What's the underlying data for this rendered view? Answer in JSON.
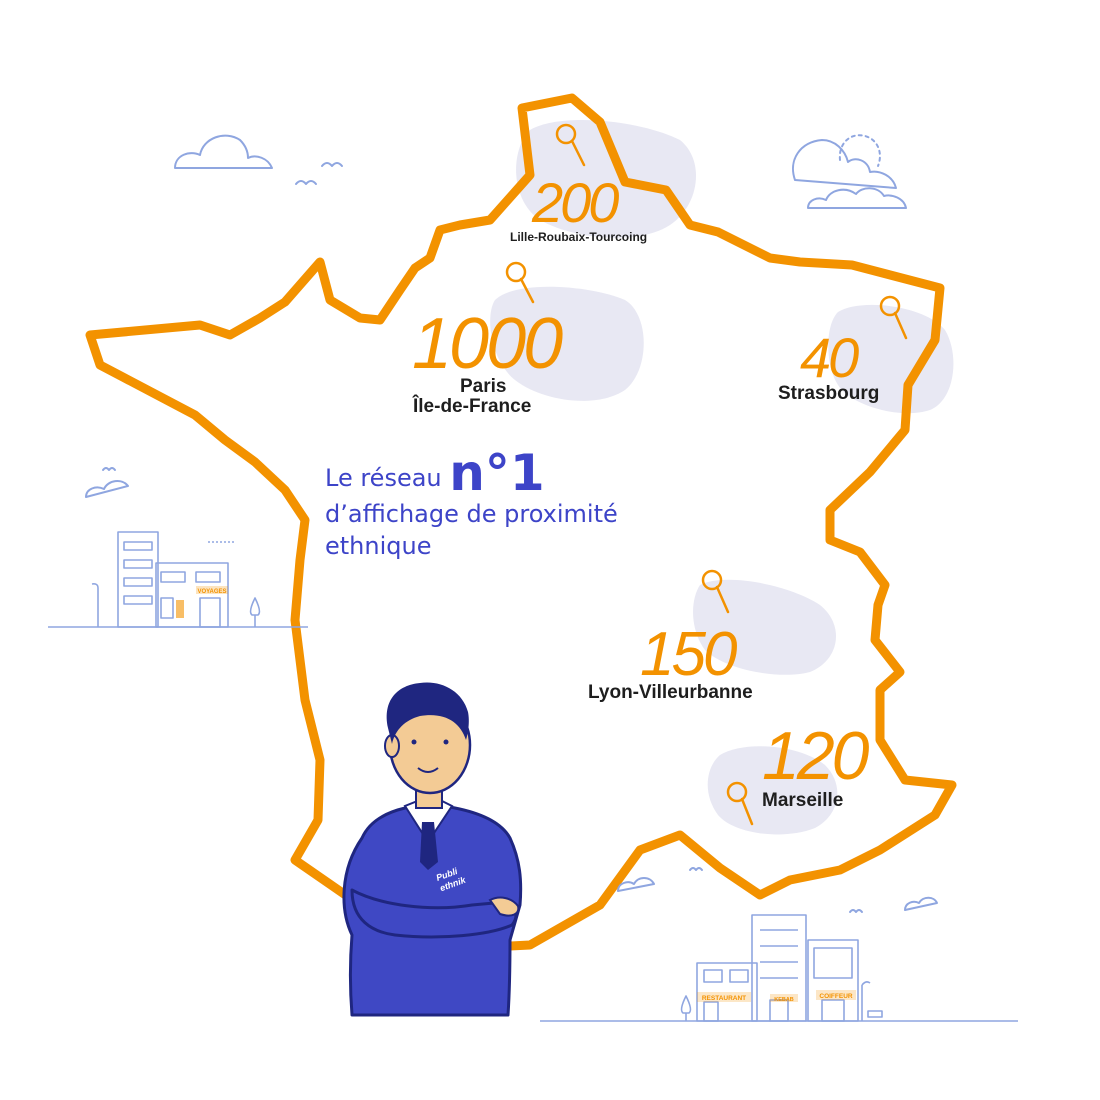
{
  "colors": {
    "accent": "#f39200",
    "blob": "#e8e8f3",
    "text_blue": "#3d44c8",
    "sketch_blue": "#8fa6e0",
    "suit": "#3f48c4",
    "dark": "#1e1e1e"
  },
  "headline": {
    "prefix": "Le réseau",
    "rank": "n°1",
    "line2": "d’affichage de proximité",
    "line3": "ethnique"
  },
  "cities": [
    {
      "count": "200",
      "name": "Lille-Roubaix-Tourcoing"
    },
    {
      "count": "1000",
      "name_line1": "Paris",
      "name_line2": "Île-de-France"
    },
    {
      "count": "40",
      "name": "Strasbourg"
    },
    {
      "count": "150",
      "name": "Lyon-Villeurbanne"
    },
    {
      "count": "120",
      "name": "Marseille"
    }
  ],
  "icons": [
    "map-pin-icon",
    "cloud-icon",
    "bird-icon",
    "building-icon",
    "tree-icon",
    "street-lamp-icon"
  ],
  "shop_signs": {
    "left": "VOYAGES",
    "restaurant": "RESTAURANT",
    "kebab": "KEBAB",
    "coiffeur": "COIFFEUR"
  },
  "jacket_logo": {
    "line1": "Publi",
    "line2": "ethnik"
  }
}
